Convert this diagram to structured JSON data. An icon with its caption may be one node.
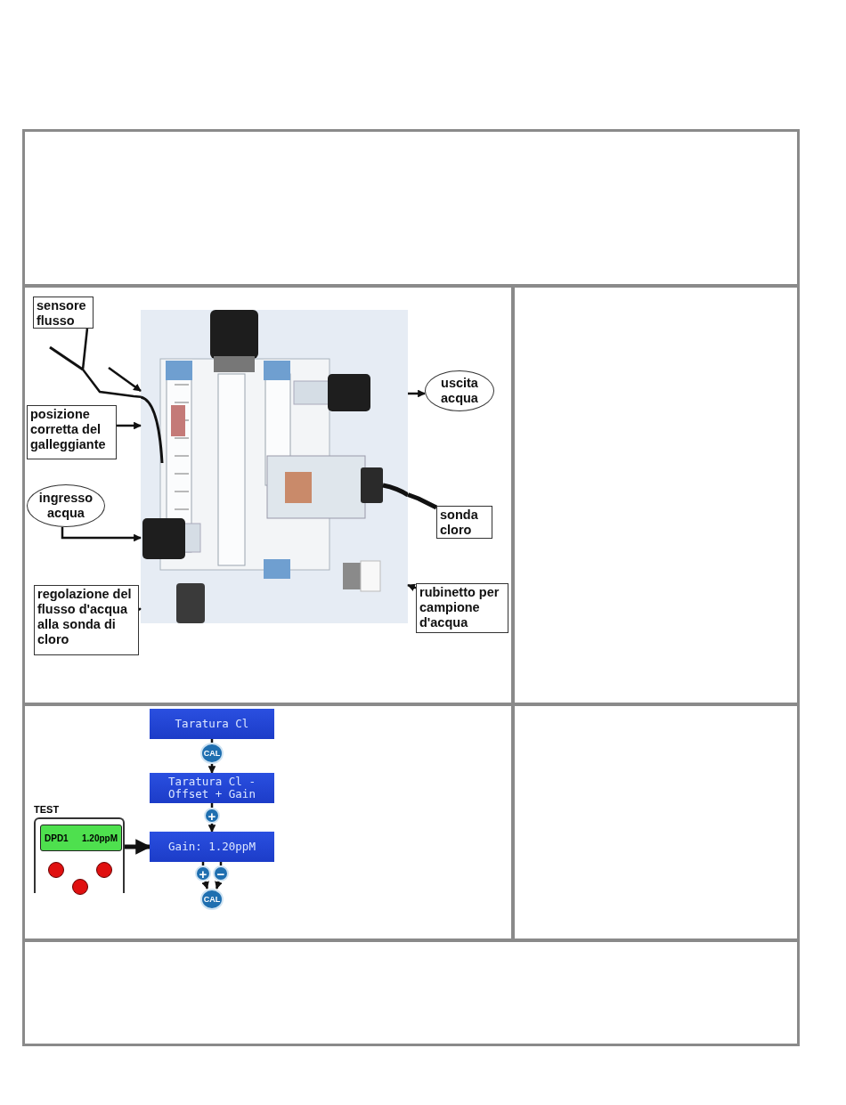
{
  "diagram": {
    "nodes": [
      {
        "text": [],
        "shape": "picture"
      },
      {
        "text": [
          "sensore flusso"
        ]
      },
      {
        "text": [
          "posizione corretta del galleggiante"
        ]
      },
      {
        "text": [
          "ingresso acqua"
        ]
      },
      {
        "text": [
          "regolazione del flusso d'acqua alla sonda di cloro"
        ]
      },
      {
        "text": [
          "uscita acqua"
        ]
      },
      {
        "text": [
          "sonda cloro"
        ]
      },
      {
        "text": [
          "rubinetto per campione d'acqua"
        ]
      },
      {
        "text": [
          "Taratura Cl"
        ]
      },
      {
        "text": [
          "CAL"
        ]
      },
      {
        "text": [
          "Taratura Cl - Offset + Gain"
        ]
      },
      {
        "text": [
          "+"
        ]
      },
      {
        "text": [
          "TEST"
        ]
      },
      {
        "text": [
          "DPD1",
          "1.20ppM"
        ],
        "in": 12
      },
      {
        "text": [],
        "shape": "circle",
        "in": 12
      },
      {
        "text": [],
        "shape": "circle",
        "in": 12
      },
      {
        "text": [],
        "shape": "circle",
        "in": 12
      },
      {
        "text": [
          "Gain: 1.20ppM"
        ]
      },
      {
        "text": [
          "+"
        ]
      },
      {
        "text": [
          "−"
        ]
      },
      {
        "text": [
          "CAL"
        ]
      }
    ],
    "edges": [
      {
        "from": 1,
        "to": 0,
        "arrow": "none"
      },
      {
        "from": null,
        "to": 0,
        "arrow": "to"
      },
      {
        "from": 2,
        "to": 0,
        "arrow": "to"
      },
      {
        "from": 3,
        "to": 0,
        "arrow": "to"
      },
      {
        "from": 4,
        "to": 0,
        "arrow": "to"
      },
      {
        "from": 0,
        "to": 5,
        "arrow": "to"
      },
      {
        "from": 7,
        "to": 0,
        "arrow": "to"
      },
      {
        "from": 8,
        "to": 9,
        "arrow": "none"
      },
      {
        "from": 9,
        "to": 10,
        "arrow": "to"
      },
      {
        "from": 10,
        "to": 11,
        "arrow": "none"
      },
      {
        "from": 11,
        "to": 17,
        "arrow": "to"
      },
      {
        "from": 12,
        "to": 17,
        "arrow": "to",
        "style": "thick"
      },
      {
        "from": 17,
        "to": 18,
        "arrow": "none"
      },
      {
        "from": 17,
        "to": 19,
        "arrow": "none"
      },
      {
        "from": 18,
        "to": 20,
        "arrow": "to"
      },
      {
        "from": 19,
        "to": 20,
        "arrow": "to"
      },
      {
        "from": 0,
        "to": 6,
        "arrow": "none",
        "style": "thick"
      }
    ]
  }
}
